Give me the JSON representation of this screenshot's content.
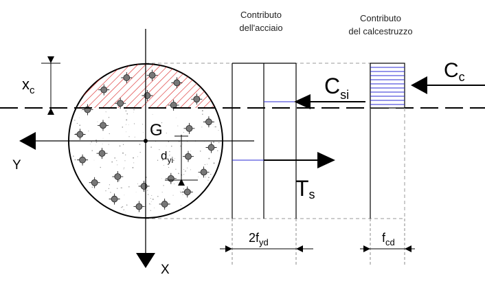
{
  "labels": {
    "contributo_acciaio_line1": "Contributo",
    "contributo_acciaio_line2": "dell'acciaio",
    "contributo_cls_line1": "Contributo",
    "contributo_cls_line2": "del calcestruzzo",
    "xc_base": "x",
    "xc_sub": "c",
    "G": "G",
    "dyi_base": "d",
    "dyi_sub": "yi",
    "Y": "Y",
    "X": "X",
    "Csi_base": "C",
    "Csi_sub": "si",
    "Cc_base": "C",
    "Cc_sub": "c",
    "Ts_base": "T",
    "Ts_sub": "s",
    "fyd_prefix": "2f",
    "fyd_sub": "yd",
    "fcd_base": "f",
    "fcd_sub": "cd"
  },
  "colors": {
    "hatch": "#d81e1e",
    "rebar_line": "#2a2ad6",
    "concrete_bars": "#2a2ad6",
    "lines": "#000000",
    "dashed": "#888888"
  }
}
